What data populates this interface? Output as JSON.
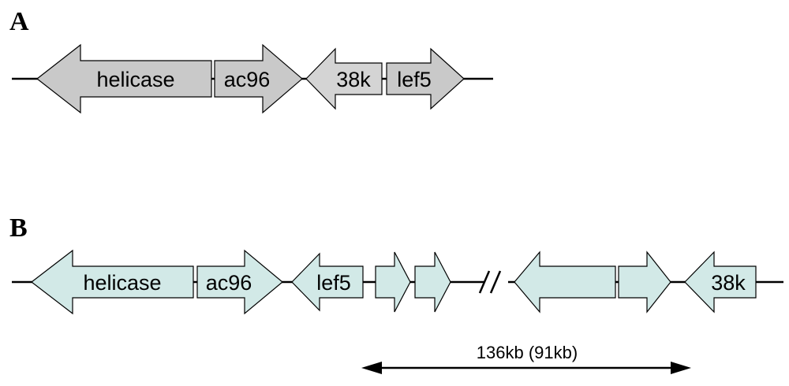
{
  "colors": {
    "panel_a_gene": "#c9c9c9",
    "panel_a_gene_light": "#d4d4d4",
    "panel_b_gene": "#d2e9e7",
    "outline": "#000000",
    "background": "#ffffff"
  },
  "panel_a": {
    "label": "A",
    "genes": [
      {
        "label": "helicase",
        "direction": "left"
      },
      {
        "label": "ac96",
        "direction": "right"
      },
      {
        "label": "38k",
        "direction": "left"
      },
      {
        "label": "lef5",
        "direction": "right"
      }
    ]
  },
  "panel_b": {
    "label": "B",
    "genes": [
      {
        "label": "helicase",
        "direction": "left"
      },
      {
        "label": "ac96",
        "direction": "right"
      },
      {
        "label": "lef5",
        "direction": "left"
      },
      {
        "label": "",
        "direction": "right"
      },
      {
        "label": "",
        "direction": "right"
      },
      {
        "label": "",
        "direction": "left"
      },
      {
        "label": "",
        "direction": "right"
      },
      {
        "label": "38k",
        "direction": "left"
      }
    ],
    "break_symbol": "//",
    "distance_label": "136kb (91kb)"
  }
}
